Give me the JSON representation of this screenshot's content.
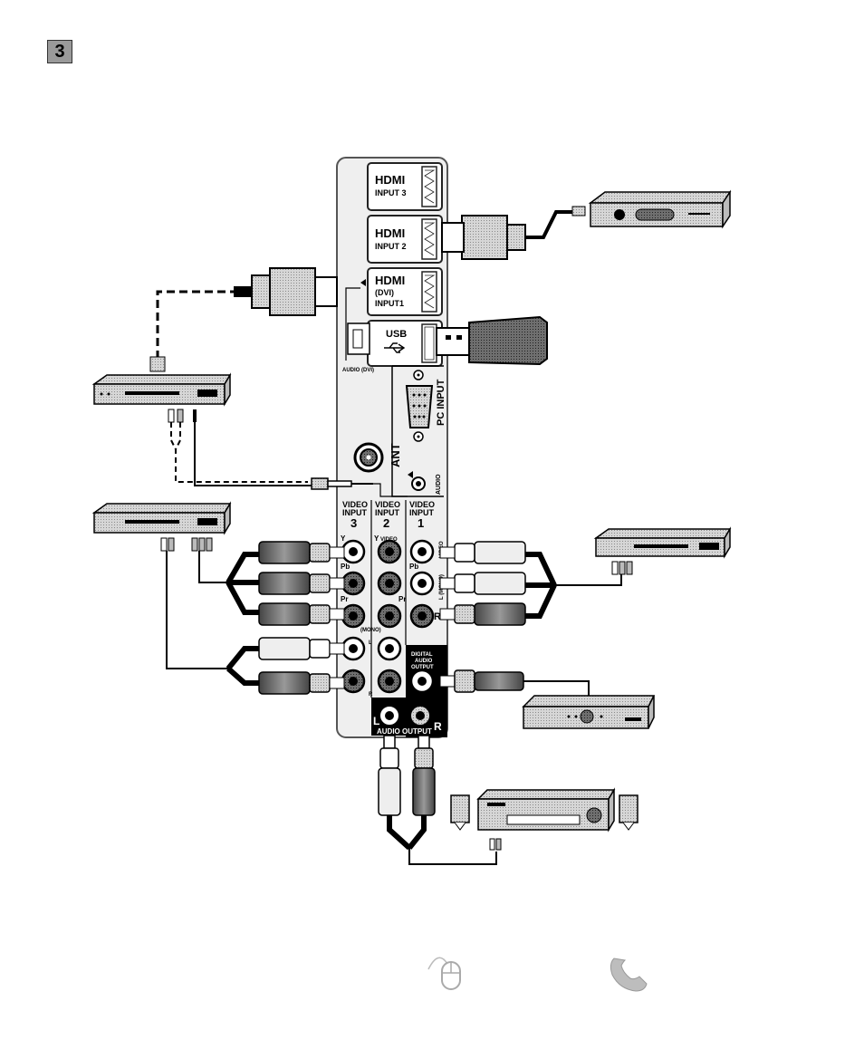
{
  "step": {
    "number": "3"
  },
  "panel": {
    "hdmi_logo": "HDMI",
    "hdmi3": {
      "label": "INPUT 3"
    },
    "hdmi2": {
      "label": "INPUT 2"
    },
    "hdmi1": {
      "dvi": "(DVI)",
      "label": "INPUT1"
    },
    "usb": {
      "label": "USB"
    },
    "audio_dvi": "AUDIO (DVI)",
    "pc_input": "PC INPUT",
    "ant": "ANT",
    "audio": "AUDIO",
    "video_input_3": {
      "line1": "VIDEO",
      "line2": "INPUT",
      "num": "3"
    },
    "video_input_2": {
      "line1": "VIDEO",
      "line2": "INPUT",
      "num": "2"
    },
    "video_input_1": {
      "line1": "VIDEO",
      "line2": "INPUT",
      "num": "1"
    },
    "jack_labels": {
      "y3": "Y",
      "y2": "Y",
      "video2": "VIDEO",
      "video1": "VIDEO",
      "pb3": "Pb",
      "pb1": "Pb",
      "l_mono": "L (MONO)",
      "pr3": "Pr",
      "pr2": "Pr",
      "r1": "R",
      "mono": "(MONO)",
      "l_small": "L",
      "r_small": "R"
    },
    "digital_audio_output": {
      "line1": "DIGITAL",
      "line2": "AUDIO",
      "line3": "OUTPUT"
    },
    "audio_output": {
      "label": "AUDIO OUTPUT",
      "l": "L",
      "r": "R"
    }
  },
  "footer": {
    "mouse_icon": "mouse-icon",
    "phone_icon": "phone-icon"
  }
}
